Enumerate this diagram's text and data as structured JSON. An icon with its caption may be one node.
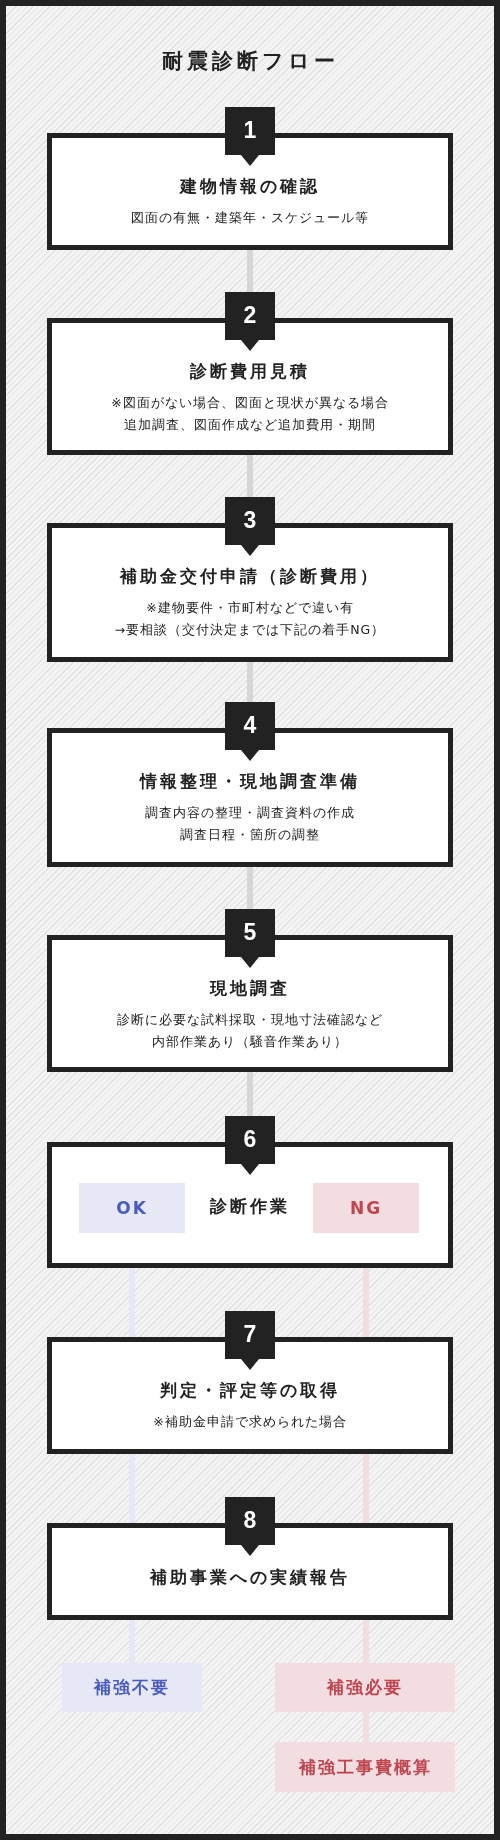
{
  "diagram": {
    "title": "耐震診断フロー",
    "nodes": [
      {
        "text": [
          "1",
          "建物情報の確認",
          "図面の有無・建築年・スケジュール等"
        ]
      },
      {
        "text": [
          "2",
          "診断費用見積",
          "※図面がない場合、図面と現状が異なる場合",
          "追加調査、図面作成など追加費用・期間"
        ]
      },
      {
        "text": [
          "3",
          "補助金交付申請（診断費用）",
          "※建物要件・市町村などで違い有",
          "→要相談（交付決定までは下記の着手NG）"
        ]
      },
      {
        "text": [
          "4",
          "情報整理・現地調査準備",
          "調査内容の整理・調査資料の作成",
          "調査日程・箇所の調整"
        ]
      },
      {
        "text": [
          "5",
          "現地調査",
          "診断に必要な試料採取・現地寸法確認など",
          "内部作業あり（騒音作業あり）"
        ]
      },
      {
        "text": [
          "6",
          "診断作業"
        ]
      },
      {
        "text": [
          "OK"
        ],
        "in": 5
      },
      {
        "text": [
          "NG"
        ],
        "in": 5
      },
      {
        "text": [
          "7",
          "判定・評定等の取得",
          "※補助金申請で求められた場合"
        ]
      },
      {
        "text": [
          "8",
          "補助事業への実績報告"
        ]
      },
      {
        "text": [
          "補強不要"
        ]
      },
      {
        "text": [
          "補強必要"
        ]
      },
      {
        "text": [
          "補強工事費概算"
        ]
      }
    ],
    "edges": [
      {
        "from": 0,
        "to": 1,
        "arrow": "none"
      },
      {
        "from": 1,
        "to": 2,
        "arrow": "none"
      },
      {
        "from": 2,
        "to": 3,
        "arrow": "none"
      },
      {
        "from": 3,
        "to": 4,
        "arrow": "none"
      },
      {
        "from": 4,
        "to": 5,
        "arrow": "none"
      },
      {
        "from": 5,
        "to": 8,
        "arrow": "none",
        "color": "#e6e8f6"
      },
      {
        "from": 5,
        "to": 8,
        "arrow": "none",
        "color": "#f2dde0"
      },
      {
        "from": 8,
        "to": 9,
        "arrow": "none",
        "color": "#e6e8f6"
      },
      {
        "from": 8,
        "to": 9,
        "arrow": "none",
        "color": "#f2dde0"
      },
      {
        "from": 9,
        "to": 10,
        "arrow": "none",
        "color": "#e6e8f6"
      },
      {
        "from": 9,
        "to": 11,
        "arrow": "none",
        "color": "#f2dde0"
      },
      {
        "from": 11,
        "to": 12,
        "arrow": "none",
        "color": "#f2dde0"
      }
    ]
  }
}
